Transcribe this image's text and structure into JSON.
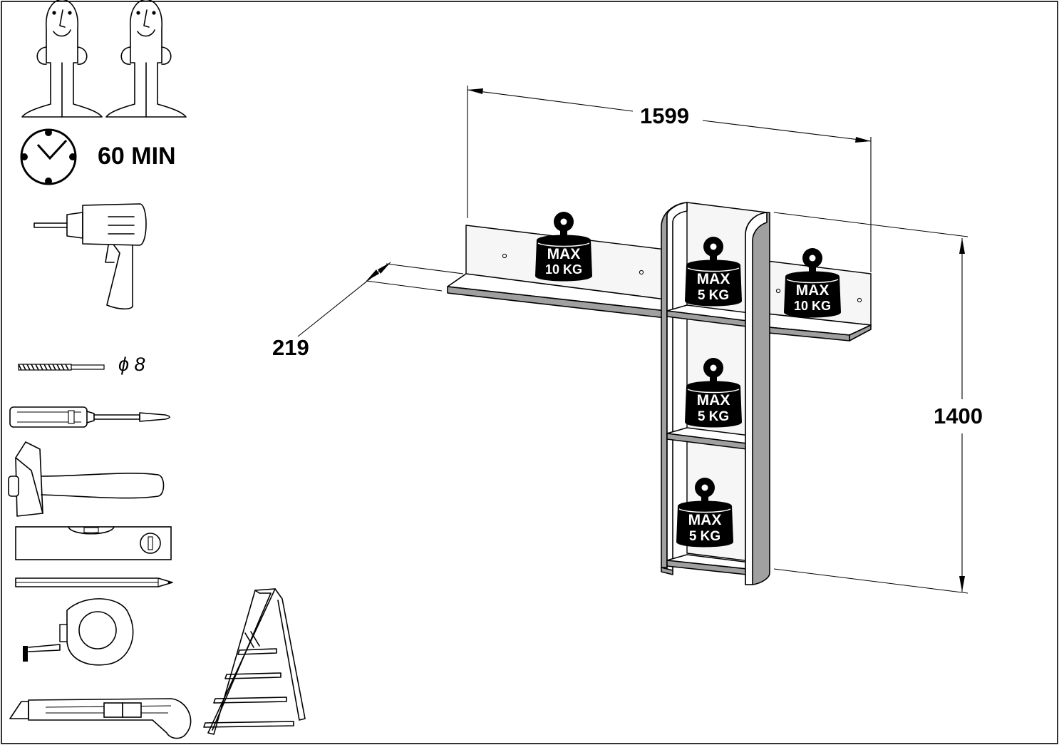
{
  "assembly": {
    "persons_required": 2,
    "time_label": "60 MIN"
  },
  "tools": {
    "drill_bit_label": "ϕ 8",
    "items": [
      "person-icon",
      "person-icon",
      "clock-icon",
      "drill-icon",
      "drill-bit-icon",
      "screwdriver-icon",
      "hammer-icon",
      "spirit-level-icon",
      "pencil-icon",
      "tape-measure-icon",
      "utility-knife-icon",
      "step-ladder-icon"
    ]
  },
  "dimensions": {
    "width": "1599",
    "height": "1400",
    "depth": "219"
  },
  "load_limits": {
    "max_word": "MAX",
    "left_shelf": "10 KG",
    "right_shelf": "10 KG",
    "column_top": "5 KG",
    "column_middle": "5 KG",
    "column_bottom": "5 KG"
  },
  "colors": {
    "line": "#000000",
    "edge_fill": "#a0a0a0",
    "background": "#ffffff"
  }
}
